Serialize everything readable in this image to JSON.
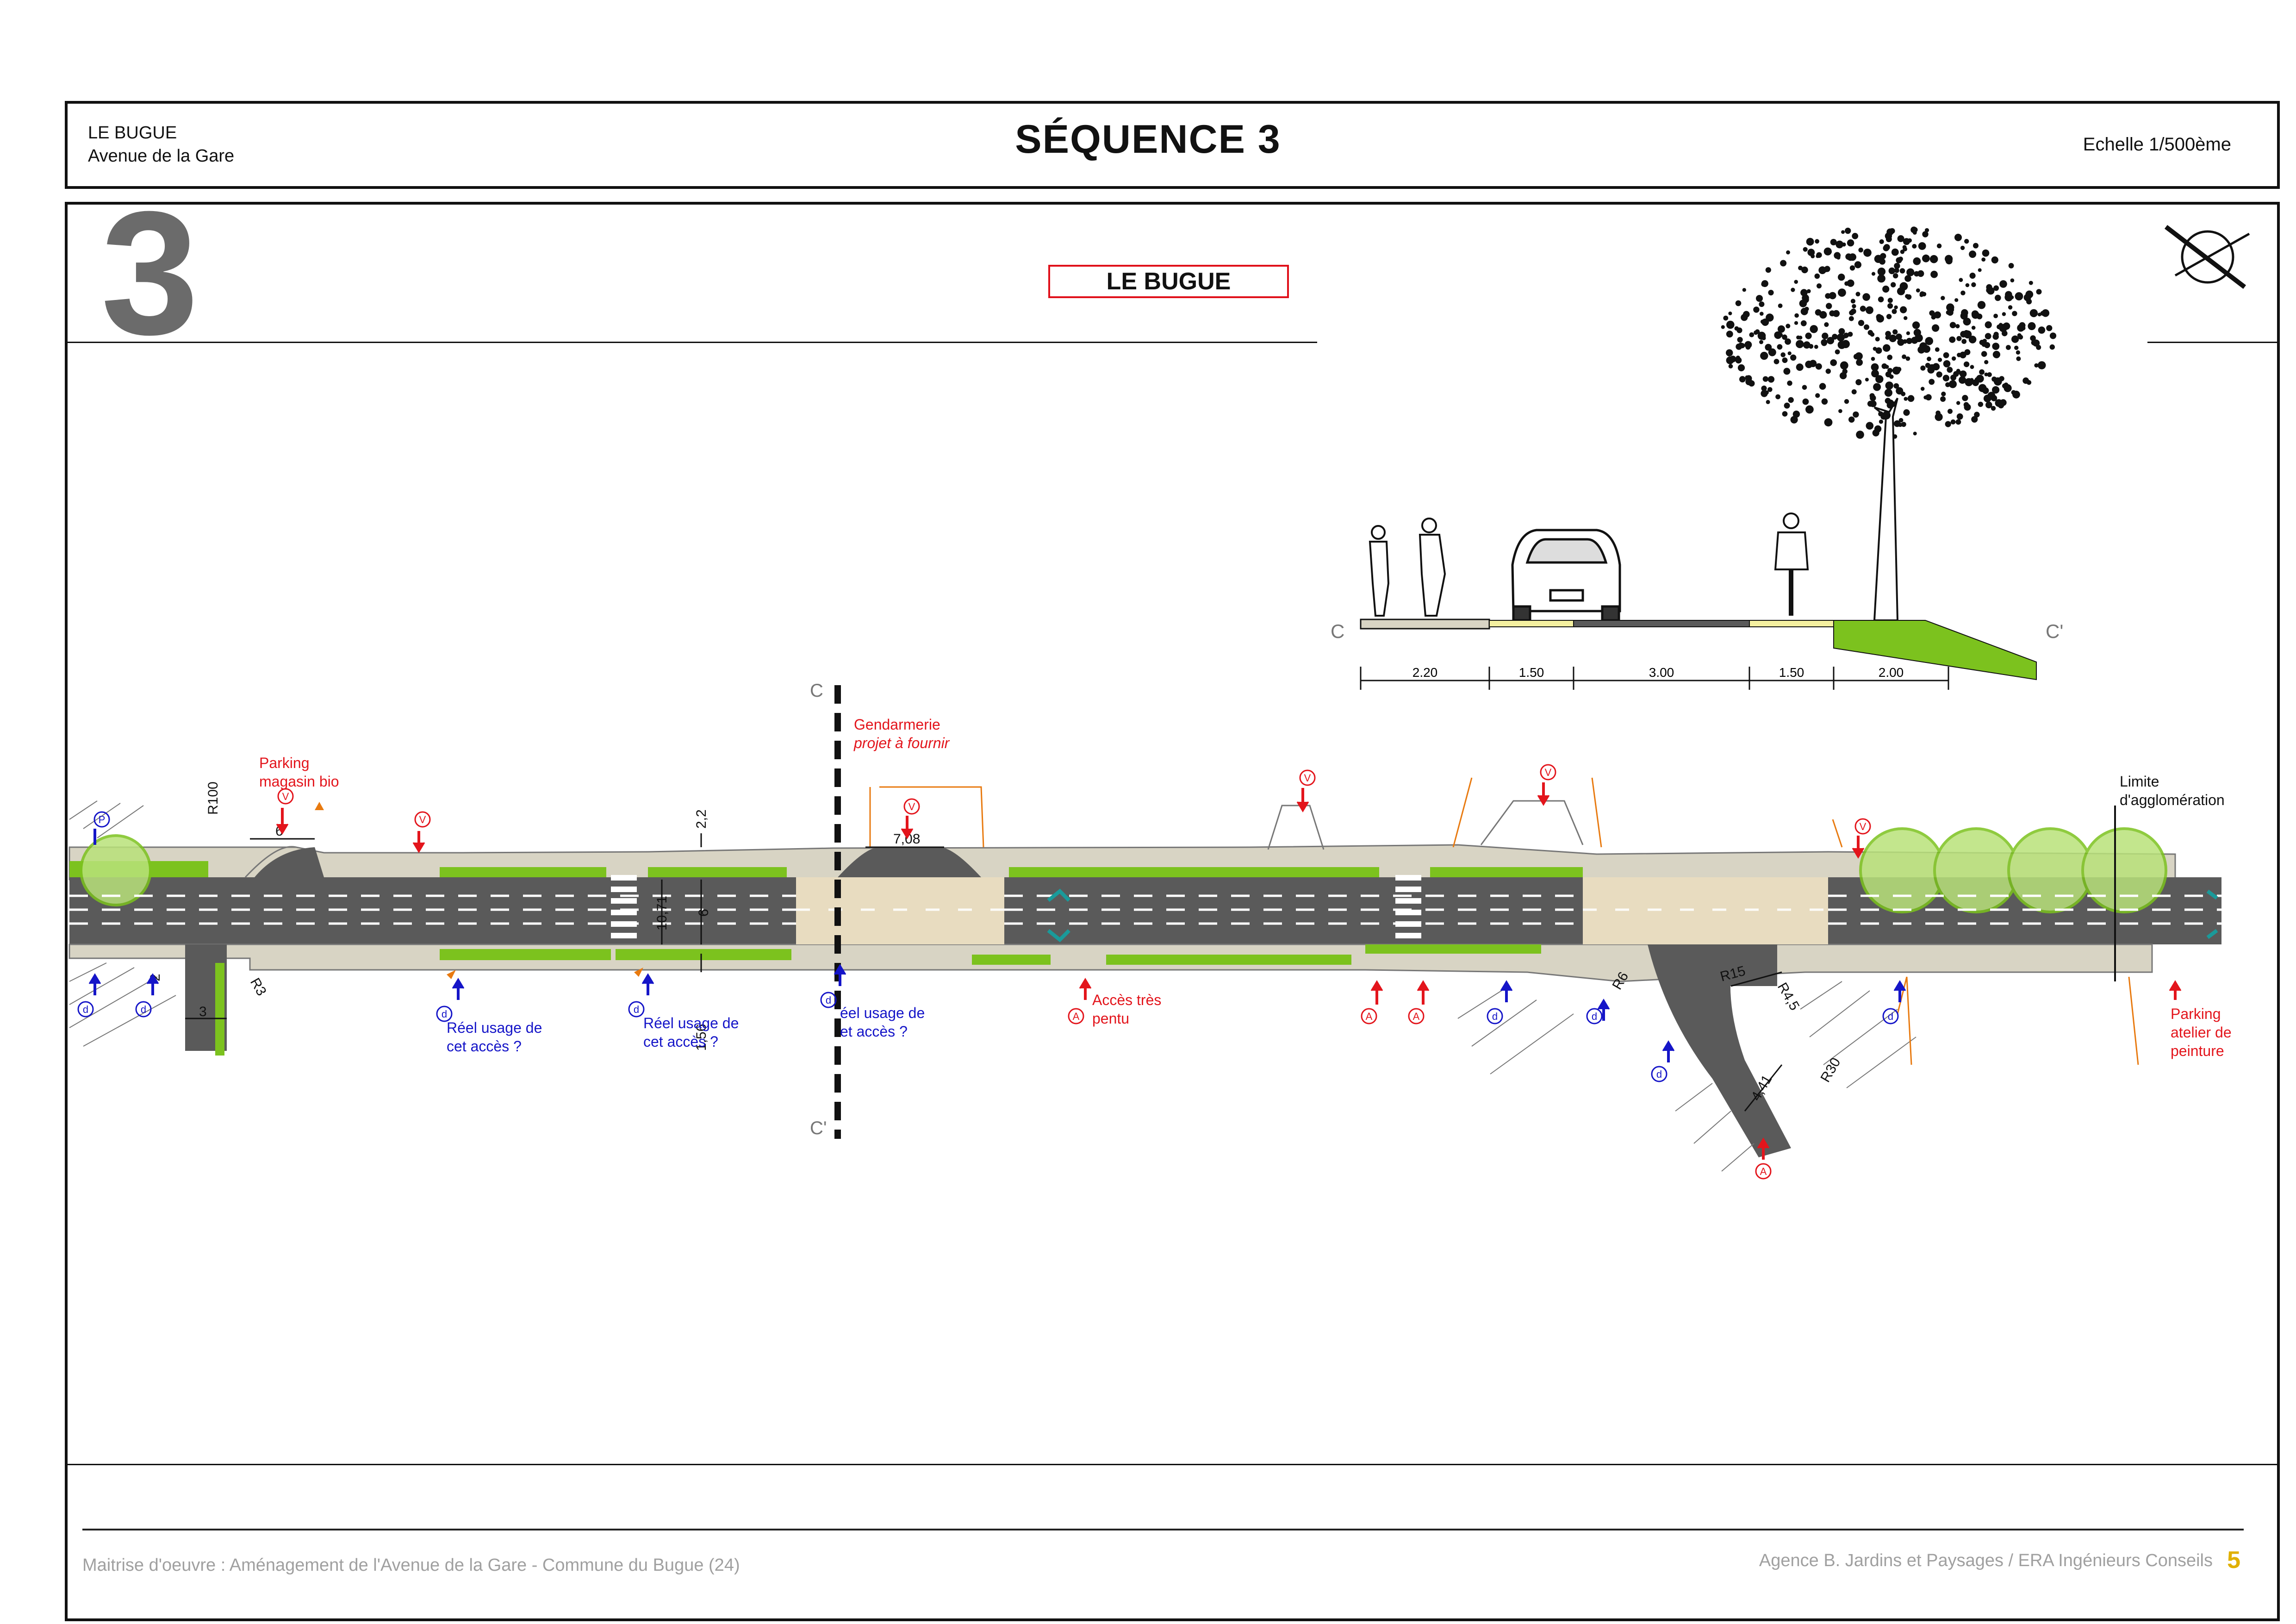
{
  "header": {
    "location_line1": "LE BUGUE",
    "location_line2": "Avenue de la Gare",
    "title": "SÉQUENCE 3",
    "scale": "Echelle 1/500ème"
  },
  "sequence_number": "3",
  "site_label": "LE BUGUE",
  "section": {
    "start_label": "C",
    "end_label": "C'",
    "widths": [
      "2.20",
      "1.50",
      "3.00",
      "1.50",
      "2.00"
    ]
  },
  "plan": {
    "cut_top": "C",
    "cut_bottom": "C'",
    "dimensions": {
      "r100": "R100",
      "d6_left": "6",
      "d2_2": "2,2",
      "d7_08": "7,08",
      "d10_71": "10,71",
      "d6_mid": "6",
      "d1_56": "1,56",
      "d2_left": "2",
      "d3": "3",
      "r3": "R3",
      "r6": "R6",
      "r15": "R15",
      "r4_5": "R4,5",
      "d4_41": "4,41",
      "r30": "R30"
    },
    "labels": {
      "parking_bio_1": "Parking",
      "parking_bio_2": "magasin bio",
      "gendarmerie_1": "Gendarmerie",
      "gendarmerie_2": "projet à fournir",
      "limite_1": "Limite",
      "limite_2": "d'agglomération",
      "reel_1a": "Réel usage de",
      "reel_1b": "cet accès ?",
      "reel_2a": "Réel usage de",
      "reel_2b": "cet accès ?",
      "reel_3a": "éel usage de",
      "reel_3b": "et accès ?",
      "acces_1": "Accès très",
      "acces_2": "pentu",
      "atelier_1": "Parking",
      "atelier_2": "atelier de",
      "atelier_3": "peinture"
    },
    "markers": {
      "v": "V",
      "a": "A",
      "d": "d",
      "p": "P"
    }
  },
  "footer": {
    "left": "Maitrise d'oeuvre : Aménagement de l'Avenue de la Gare - Commune du Bugue (24)",
    "right": "Agence B. Jardins et Paysages  / ERA Ingénieurs Conseils",
    "page": "5"
  },
  "colors": {
    "road": "#5a5a5a",
    "sidewalk": "#d8d4c4",
    "plateau": "#e8dcc0",
    "green": "#7cc21e",
    "red": "#e3151c",
    "blue": "#1515c8",
    "teal": "#1a9a9a",
    "orange": "#e87a10"
  },
  "icons": [
    "north-arrow-icon",
    "tree-icon",
    "pedestrian-icon",
    "car-icon",
    "cyclist-icon"
  ]
}
